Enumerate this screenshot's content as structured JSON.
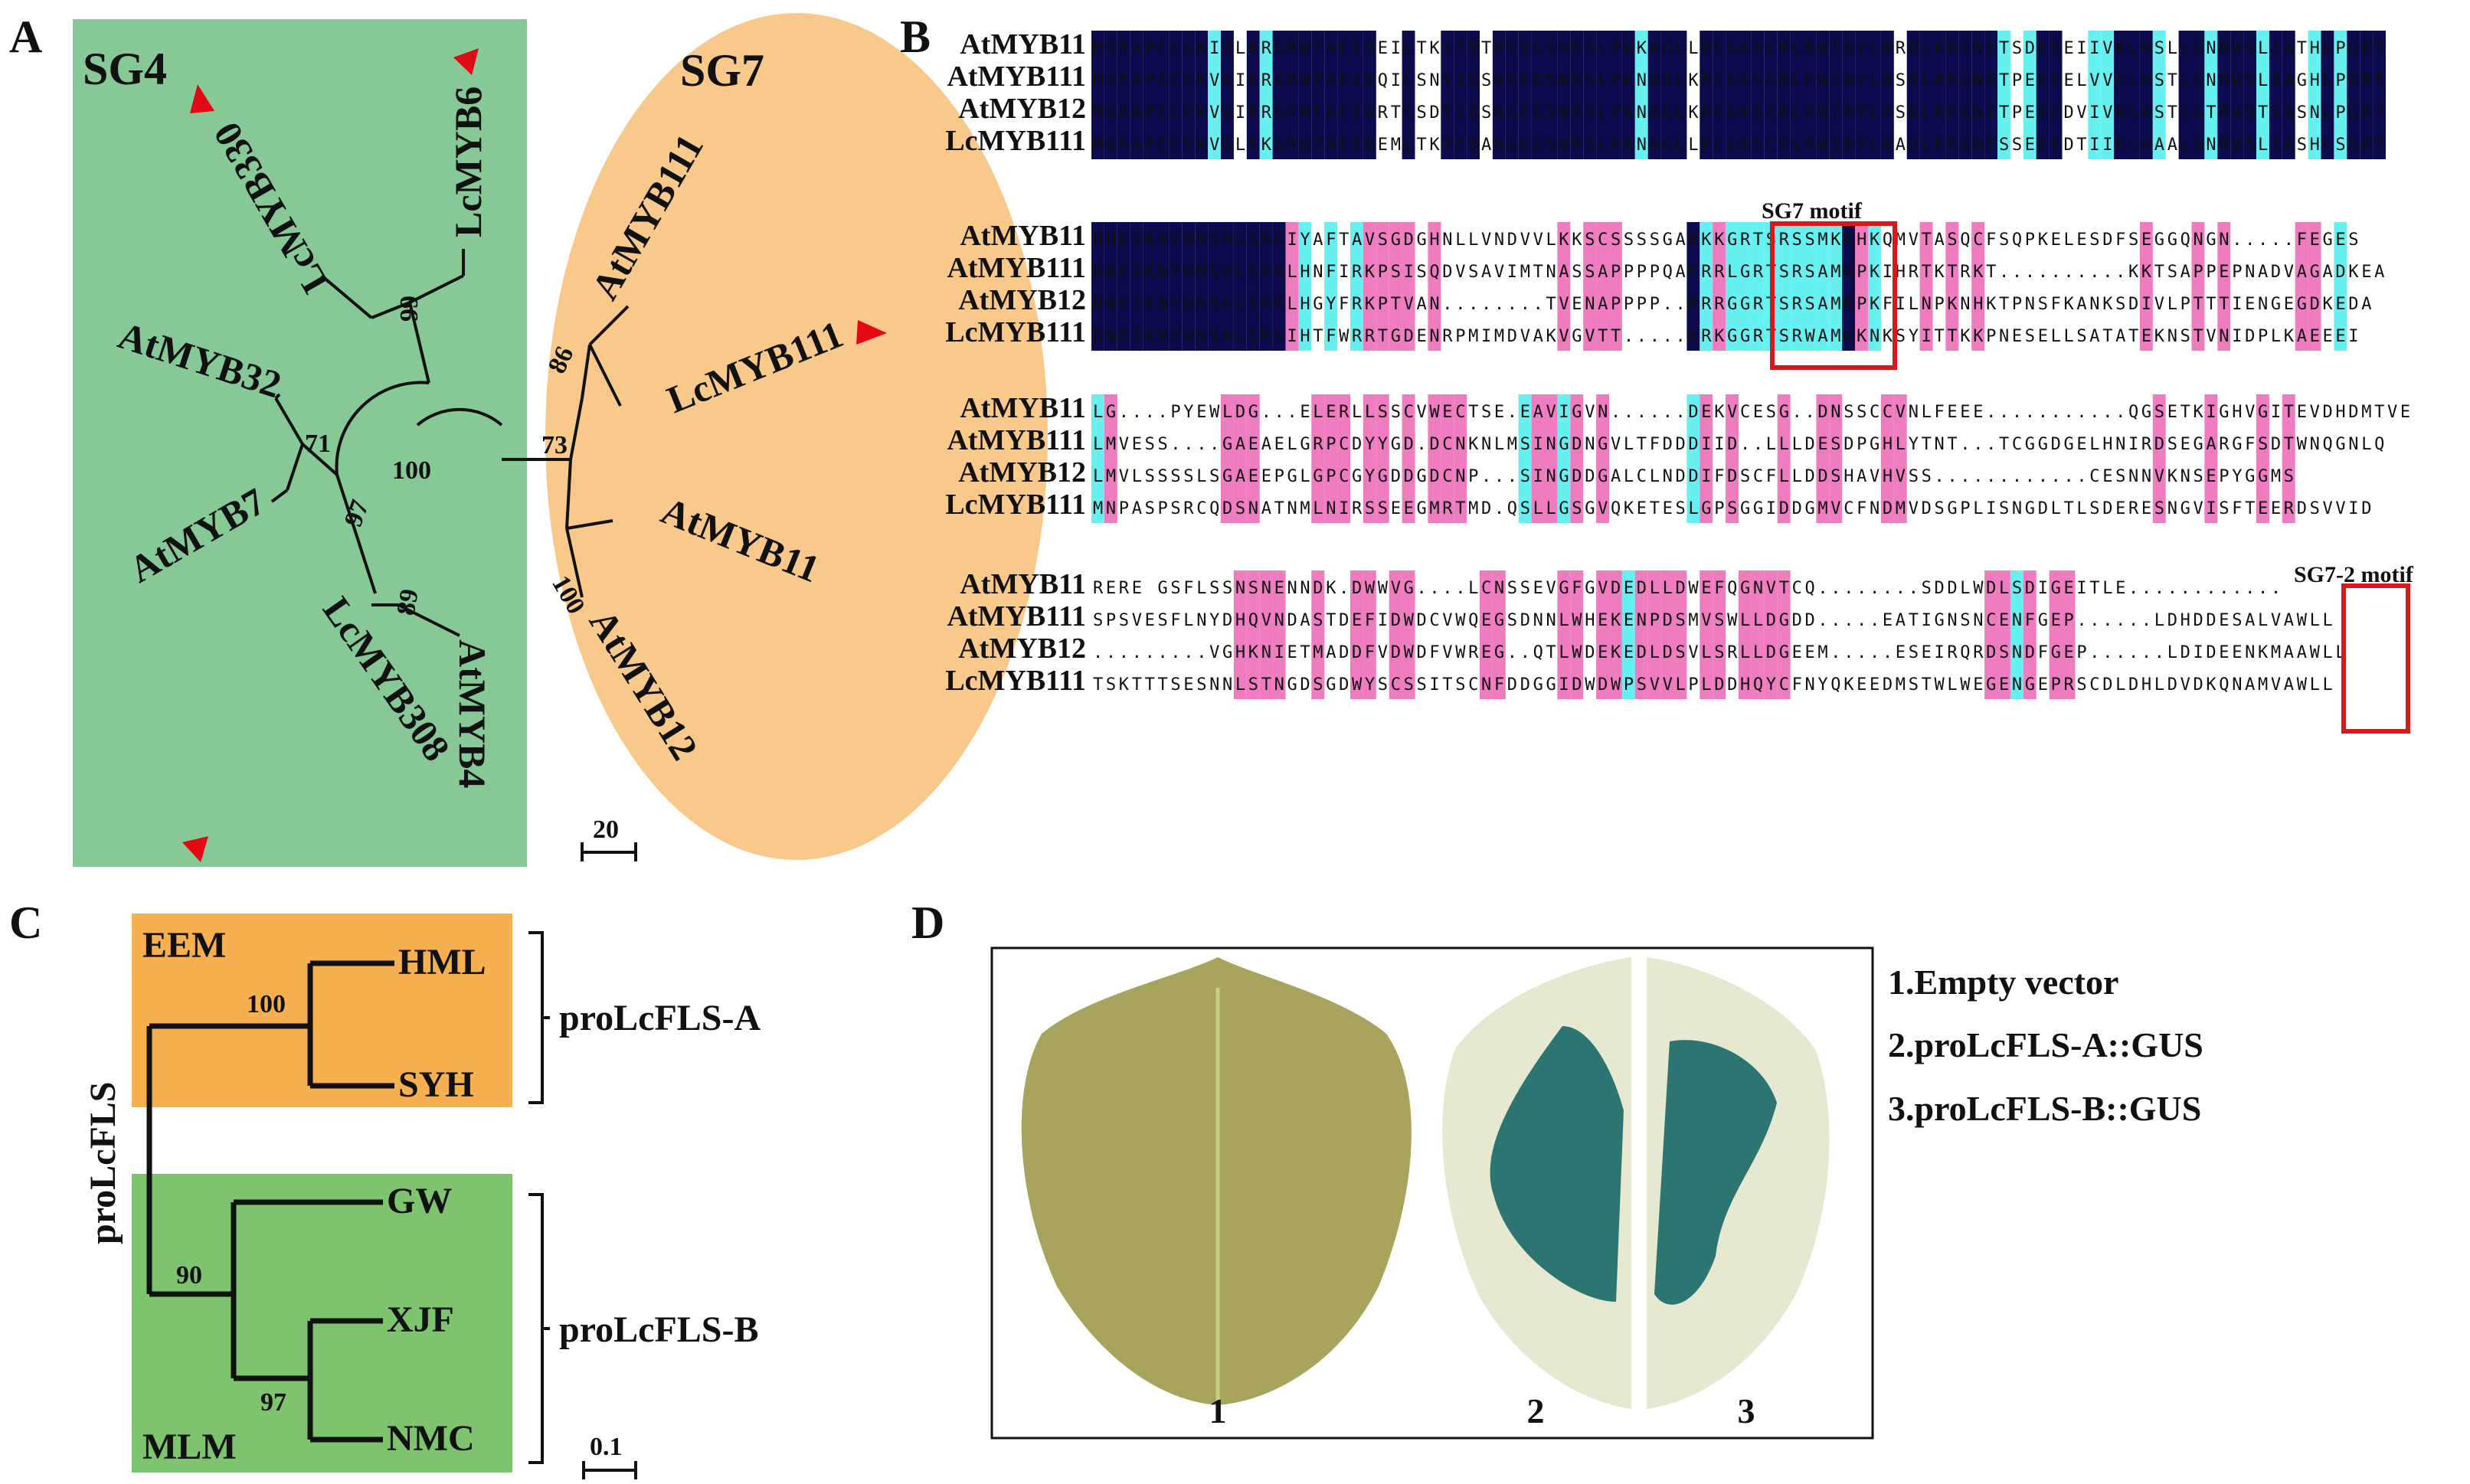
{
  "colors": {
    "sg4_bg": "#86c896",
    "sg7_bg": "#f8c98b",
    "eem_bg": "#f6b04f",
    "mlm_bg": "#7ec36e",
    "marker": "#e30613",
    "conserved_dark": "#0b0b4d",
    "similar_cyan": "#66f0f0",
    "partial_pink": "#f07cc0",
    "motif_box": "#d7191c"
  },
  "panelA": {
    "letter": "A",
    "sg4_label": "SG4",
    "sg7_label": "SG7",
    "leaves": [
      "LcMYB330",
      "LcMYB6",
      "AtMYB32",
      "AtMYB7",
      "LcMYB308",
      "AtMYB4",
      "AtMYB111",
      "LcMYB111",
      "AtMYB11",
      "AtMYB12"
    ],
    "support": [
      "99",
      "71",
      "100",
      "97",
      "89",
      "73",
      "86",
      "100"
    ],
    "scale": "20",
    "marker_icon": "red-triangle-icon"
  },
  "panelB": {
    "letter": "B",
    "names": [
      "AtMYB11",
      "AtMYB111",
      "AtMYB12",
      "LcMYB111"
    ],
    "motif1": "SG7 motif",
    "motif2": "SG7-2 motif",
    "blocks": [
      {
        "rows": [
          "MGRAPCCEKIGLKRGRWTAEEDEILTKYIQTNGEGSWRSLPKKAGLLRCGKSCRLRWINYLRRDLKRGNITSDEEEIIVKLHSLLGNRWSLIATHLPGRT",
          "MGRAPCCEKVGIKRGRWTAEEDQILSNYIQSNGEGSWRSLPKNAGLKRCGKSCRLRWINYLRSDLKRGNITPEEEELVVKLHSTLGNRWSLIAGHLPGRT",
          "MGRAPCCEKVGIKRGRWTAEEDRTLSDYIQSNGEGSWRSLPKNAGLKRCGKSCRLRWINYLRSDLKRGNITPEEEDVIVKLHSTLGTRWSTIASNLPGRT",
          "MGRAPCCEKVGLKKGRWTAEEDEMLTKYIQANGEGSWRSLPKNAGLLRCGKSCRLRWINYLRADLKRGNISSEEEDTIIKLHAALGNRWSLIASHLSGRT"
        ]
      },
      {
        "rows": [
          "DNEIKNYWNSHLSRKIYAFTAVSGDGHNLLVNDVVLKKSCSSSSGAKKKGRTSRSSMKKHKQMVTASQCFSQPKELESDFSEGGQNGN.....FEGES",
          "DNEIKNYWNSHLSRKLHNFIRKPSISQDVSAVIMTNASSAPPPPQAKRRLGRTSRSAMKPKIHRTKTRKT..........KKTSAPPEPNADVAGADKEA",
          "DNEIKNYWNSHLSRKLHGYFRKPTVAN........TVENAPPPP..KRRGGRTSRSAMKPKFILNPKNHKTPNSFKANKSDIVLPTTTIENGEGDKEDA",
          "DNEIKNYWNSHLSRKIHTFWRRTGDENRPMIMDVAKVGVTT.....KRKGGRTSRWAMKKNKSYITTKKPNESELLSATATEKNSTVNIDPLKAEEEI"
        ]
      },
      {
        "rows": [
          "LG....PYEWLDG...ELERLLSSCVWECTSE.EAVIGVN......DEKVCESG..DNSSCCVNLFEEE...........QGSETKIGHVGITEVDHDMTVE",
          "LMVESS....GAEAELGRPCDYYGD.DCNKNLMSINGDNGVLTFDDDIID..LLLDESDPGHLYTNT...TCGGDGELHNIRDSEGARGFSDTWNQGNLQ",
          "LMVLSSSSLSGAEEPGLGPCGYGDDGDCNP...SINGDDGALCLNDDIFDSCFLLDDSHAVHVSS............CESNNVKNSEPYGGMS",
          "MNPASPSRCQDSNATNMLNIRSSEEGMRTMD.QSLLGSGVQKETESLGPSGGIDDGMVCFNDMVDSGPLISNGDLTLSDERESNGVISFTEERDSVVID"
        ]
      },
      {
        "rows": [
          "RERE GSFLSSNSNENNDK.DWWVG....LCNSSEVGFGVDEDLLDWEFQGNVTCQ........SDDLWDLSDIGEITLE............",
          "SPSVESFLNYDHQVNDASTDEFIDWDCVWQEGSDNNLWHEKENPDSMVSWLLDGDD.....EATIGNSNCENFGEP......LDHDDESALVAWLL",
          ".........VGHKNIETMADDFVDWDFVWREG..QTLWDEKEDLDSVLSRLLDGEEM.....ESEIRQRDSNDFGEP......LDIDEENKMAAWLL",
          "TSKTTTSESNNLSTNGDSGDWYSCSSITSCNFDDGGIDWDWPSVVLPLDDHQYCFNYQKEEDMSTWLWEGENGEPRSCDLDHLDVDKQNAMVAWLL"
        ]
      }
    ]
  },
  "panelC": {
    "letter": "C",
    "eem": "EEM",
    "mlm": "MLM",
    "axis": "proLcFLS",
    "leaves": [
      "HML",
      "SYH",
      "GW",
      "XJF",
      "NMC"
    ],
    "support": [
      "100",
      "90",
      "97"
    ],
    "clusterA": "proLcFLS-A",
    "clusterB": "proLcFLS-B",
    "scale": "0.1"
  },
  "panelD": {
    "letter": "D",
    "legend": [
      "1.Empty vector",
      "2.proLcFLS-A::GUS",
      "3.proLcFLS-B::GUS"
    ],
    "numbers": [
      "1",
      "2",
      "3"
    ],
    "leaf_color": "#a8a45e",
    "leaf_pale": "#e6e8cf",
    "gus_blue": "#1d6a6a"
  }
}
